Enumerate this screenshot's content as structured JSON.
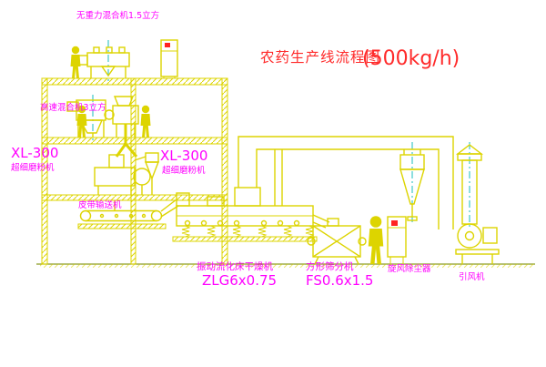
{
  "title": {
    "text": "农药生产线流程图",
    "capacity": "(500kg/h)"
  },
  "labels": {
    "zero_gravity_mixer": "无重力混合机1.5立方",
    "high_speed_mixer": "高速混合机3立方",
    "mill_left": {
      "model": "XL-300",
      "name": "超细磨粉机"
    },
    "mill_mid": {
      "model": "XL-300",
      "name": "超细磨粉机"
    },
    "belt_conveyor": "皮带输送机",
    "dryer": {
      "name": "振动流化床干燥机",
      "model": "ZLG6x0.75"
    },
    "sifter": {
      "name": "方形筛分机",
      "model": "FS0.6x1.5"
    },
    "cyclone_dust_collector": "旋风除尘器",
    "induced_draft_fan": "引风机"
  },
  "colors": {
    "drawing_yellow": "#ddd400",
    "label_magenta": "#ff00ff",
    "title_red": "#ff2a2a",
    "centerline_cyan": "#00b7b7",
    "ground_olive": "#8a9a20",
    "background": "#ffffff"
  }
}
